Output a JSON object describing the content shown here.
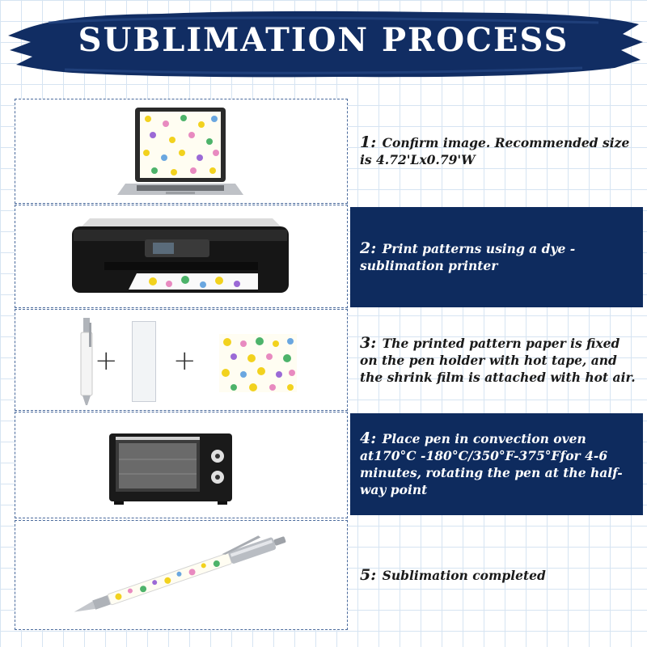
{
  "banner": {
    "title": "SUBLIMATION PROCESS"
  },
  "colors": {
    "banner_navy": "#112d63",
    "panel_navy": "#0e2b5e",
    "grid_line": "#d6e4f2"
  },
  "steps": [
    {
      "num": "1:",
      "text": "Confirm image. Recommended size is 4.72'Lx0.79'W",
      "icon": "laptop-icon"
    },
    {
      "num": "2:",
      "text": "Print patterns using a dye -sublimation printer",
      "icon": "printer-icon"
    },
    {
      "num": "3:",
      "text": "The printed pattern paper is fixed on the pen holder with hot tape, and the shrink film is attached with hot air.",
      "icon": "pen-blank-icon",
      "plus": "+"
    },
    {
      "num": "4:",
      "text": "Place pen in convection oven at170°C -180°C/350°F-375°Ffor 4-6 minutes, rotating the pen at the half-way point",
      "icon": "convection-oven-icon"
    },
    {
      "num": "5:",
      "text": "Sublimation completed",
      "icon": "finished-pen-icon"
    }
  ]
}
